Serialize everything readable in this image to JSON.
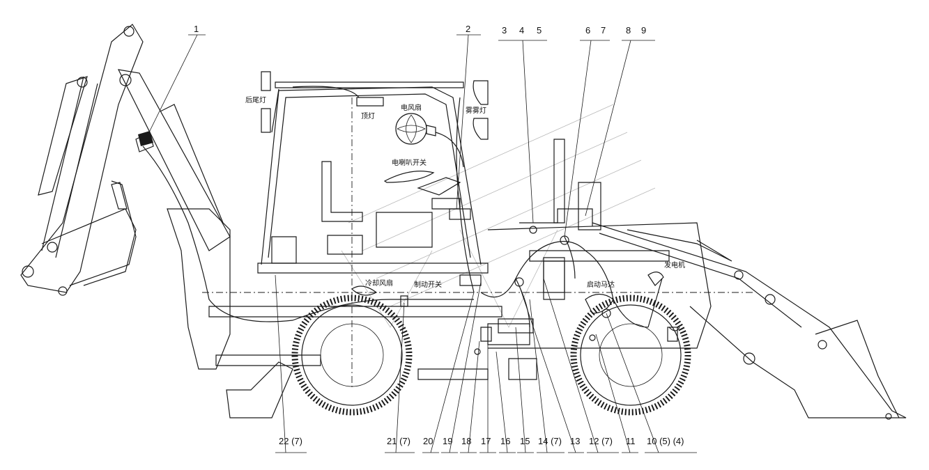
{
  "callouts": {
    "c1": "1",
    "c2": "2",
    "c3": "3",
    "c4": "4",
    "c5": "5",
    "c6": "6",
    "c7": "7",
    "c8": "8",
    "c9": "9",
    "c10": "10 (5) (4)",
    "c11": "11",
    "c12": "12 (7)",
    "c13": "13",
    "c14": "14 (7)",
    "c15": "15",
    "c16": "16",
    "c17": "17",
    "c18": "18",
    "c19": "19",
    "c20": "20",
    "c21": "21 (7)",
    "c22": "22 (7)"
  },
  "component_labels": {
    "rear_tail_light": "后尾灯",
    "dome_light": "顶灯",
    "electric_fan": "电风扇",
    "fog_light": "雾雾灯",
    "wiper_motor_switch": "电喇叭开关",
    "cooling_fan": "冷却风扇",
    "brake_switch": "制动开关",
    "starter_motor": "启动马达",
    "generator": "发电机"
  }
}
